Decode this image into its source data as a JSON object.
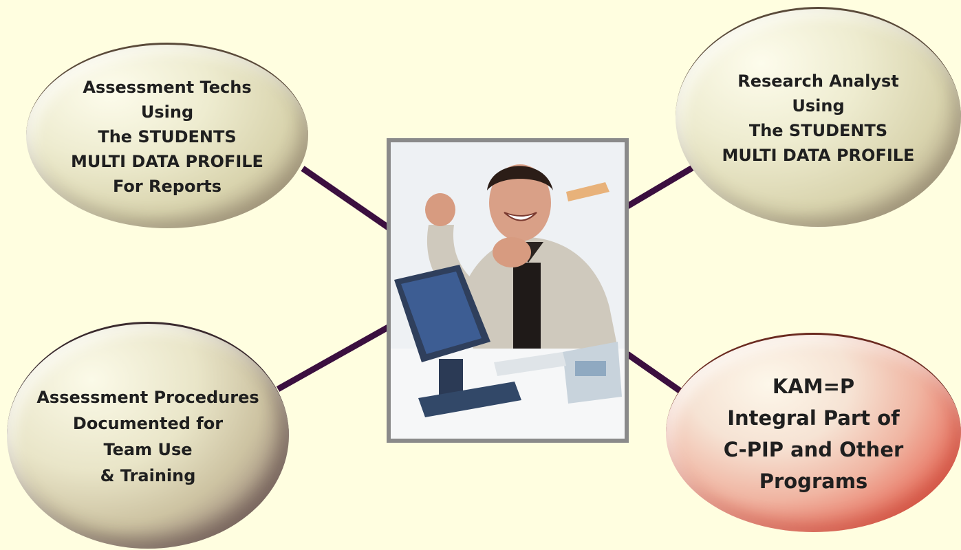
{
  "nodes": {
    "top_left": {
      "text": "Assessment Techs\nUsing\nThe STUDENTS\nMULTI DATA PROFILE\nFor Reports"
    },
    "top_right": {
      "text": "Research Analyst\nUsing\nThe STUDENTS\nMULTI DATA PROFILE"
    },
    "bottom_left": {
      "text": "Assessment Procedures\nDocumented for\nTeam Use\n& Training"
    },
    "bottom_right": {
      "text": "KAM=P\nIntegral Part of\nC-PIP and Other\nPrograms"
    }
  },
  "colors": {
    "background": "#fffee0",
    "connector": "#3b0f3f",
    "highlight_node": "#d82a1f"
  },
  "center_image": {
    "icon": "man-celebrating-at-computer-photo"
  }
}
